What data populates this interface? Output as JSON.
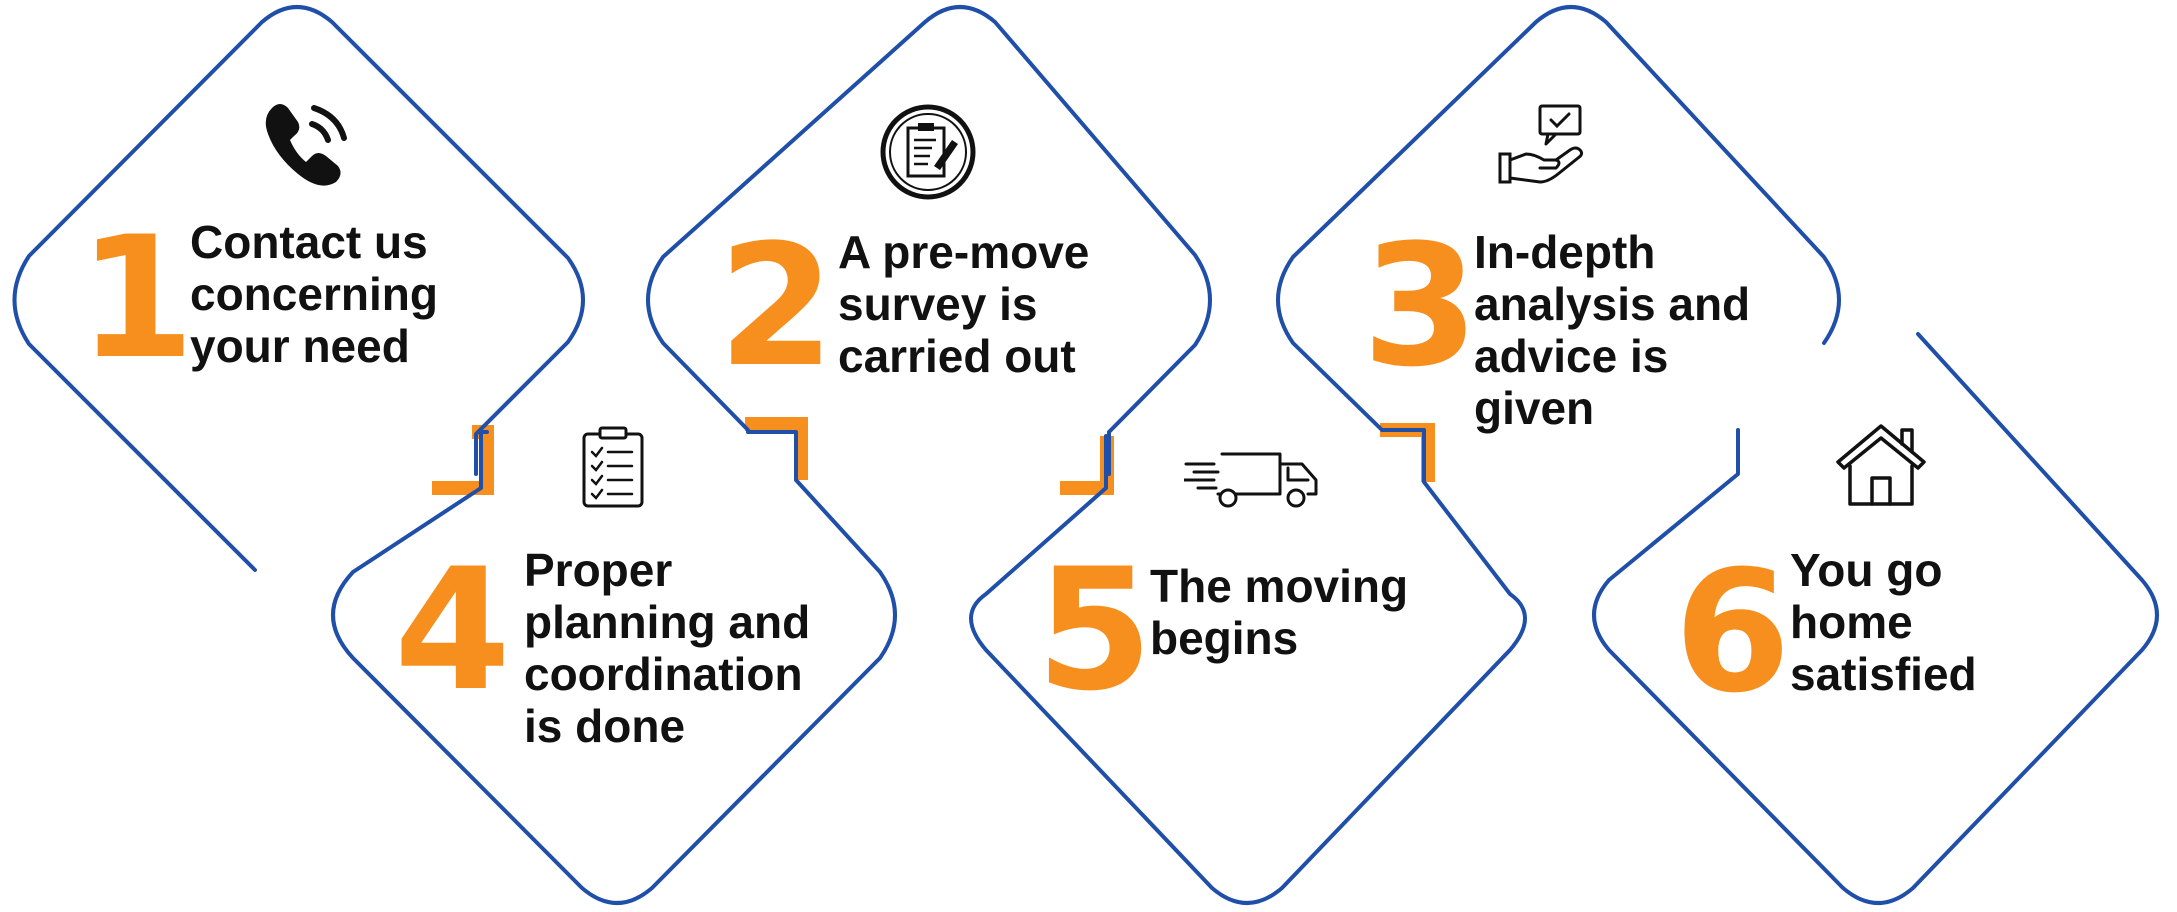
{
  "colors": {
    "outline": "#1f4fa8",
    "accent": "#f78f1e",
    "text": "#111111"
  },
  "steps": [
    {
      "number": "1",
      "icon": "phone-icon",
      "lines": [
        "Contact us",
        "concerning",
        "your need"
      ]
    },
    {
      "number": "2",
      "icon": "survey-clipboard-icon",
      "lines": [
        "A pre-move",
        "survey is",
        "carried out"
      ]
    },
    {
      "number": "3",
      "icon": "advice-hand-icon",
      "lines": [
        "In-depth",
        "analysis and",
        "advice is",
        "given"
      ]
    },
    {
      "number": "4",
      "icon": "checklist-icon",
      "lines": [
        "Proper",
        "planning and",
        "coordination",
        "is done"
      ]
    },
    {
      "number": "5",
      "icon": "moving-truck-icon",
      "lines": [
        "The moving",
        "begins"
      ]
    },
    {
      "number": "6",
      "icon": "home-icon",
      "lines": [
        "You go",
        "home",
        "satisfied"
      ]
    }
  ]
}
